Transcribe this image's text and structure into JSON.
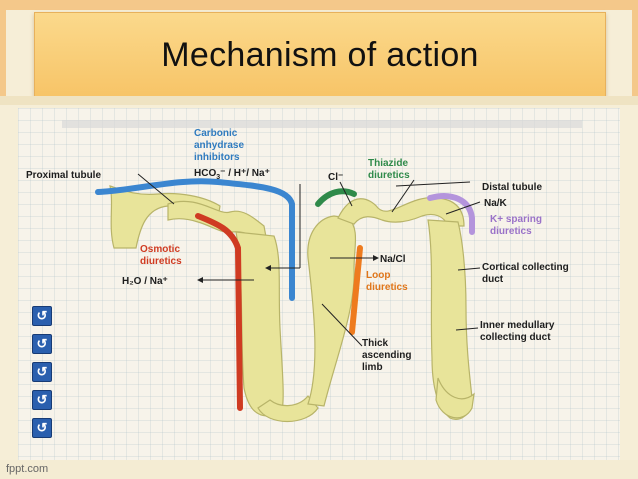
{
  "slide": {
    "title": "Mechanism of action",
    "footer": "fppt.com"
  },
  "diagram": {
    "labels": {
      "proximal_tubule": "Proximal tubule",
      "carbonic_1": "Carbonic",
      "carbonic_2": "anhydrase",
      "carbonic_3": "inhibitors",
      "hco3": "HCO",
      "hco3_sub": "3",
      "hco3_rest": "⁻ / H⁺/ Na⁺",
      "cl": "Cl⁻",
      "thiazide_1": "Thiazide",
      "thiazide_2": "diuretics",
      "distal_tubule": "Distal tubule",
      "na_k": "Na/K",
      "k_sparing_1": "K+ sparing",
      "k_sparing_2": "diuretics",
      "osmotic_1": "Osmotic",
      "osmotic_2": "diuretics",
      "h2o_na": "H₂O / Na⁺",
      "na_cl": "Na/Cl",
      "loop_1": "Loop",
      "loop_2": "diuretics",
      "cortical_1": "Cortical collecting",
      "cortical_2": "duct",
      "inner_1": "Inner medullary",
      "inner_2": "collecting duct",
      "thick_1": "Thick",
      "thick_2": "ascending",
      "thick_3": "limb"
    },
    "colors": {
      "tubule": "#e8e49a",
      "tubule_edge": "#b8b469",
      "carbonic_anhydrase": "#3b86d0",
      "thiazide": "#2f8a4a",
      "osmotic": "#cf3b22",
      "loop": "#ee7b1e",
      "k_sparing": "#b494dc"
    }
  },
  "nav_icons": [
    "return-icon",
    "return-icon",
    "return-icon",
    "return-icon",
    "return-icon"
  ]
}
